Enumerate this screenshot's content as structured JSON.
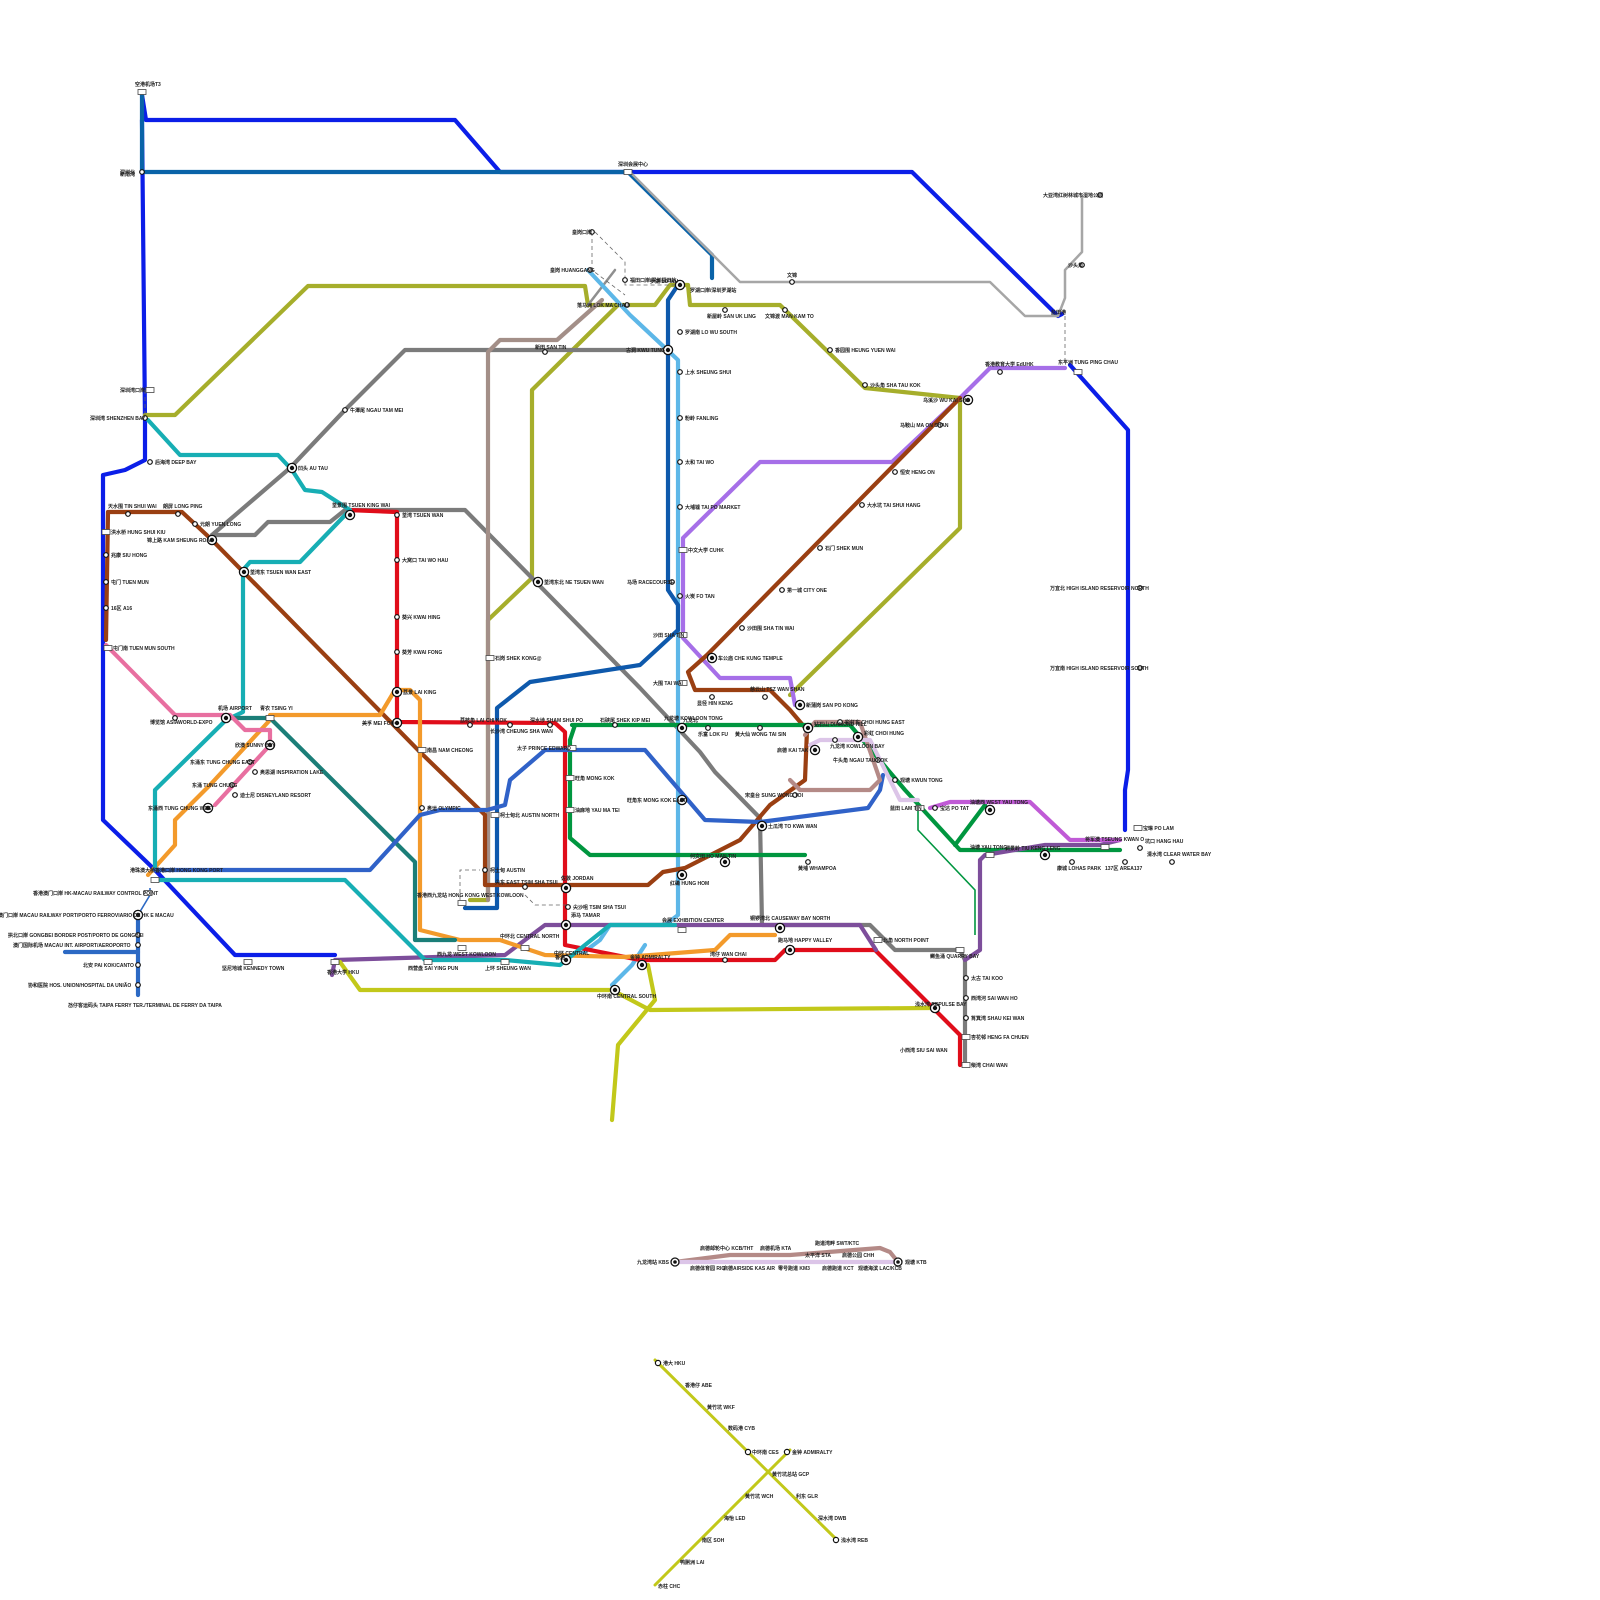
{
  "map": {
    "colors": {
      "airport_express": "#0a63a8",
      "tung_chung": "#f39a2b",
      "tsuen_wan": "#e00d1a",
      "island": "#0e59ac",
      "kwun_tong": "#00963f",
      "tseung_kwan_o": "#7d4e9b",
      "east_rail": "#5db7e8",
      "ma_on_sheng": "#a66fe8",
      "tuen_ma": "#9a3f12",
      "south_island": "#c2c81a",
      "disneyland": "#e86fa0",
      "gray_line": "#7b7b7b",
      "olive_line": "#a6ae2b",
      "teal_line": "#17aeb4",
      "blue_line": "#0b1ee8",
      "steel_line": "#3062c8",
      "taupe_line": "#a38f88",
      "light_gray_line": "#a6a6a6",
      "kai_tak_line": "#b48a87",
      "kai_tak_light": "#dcc5e8",
      "macau_line": "#2c69c4",
      "dark_teal_line": "#1b7e78"
    },
    "labels": [
      {
        "id": "airport_t3",
        "text": "空港机场T3"
      },
      {
        "id": "shenzhen_north",
        "text": "深圳北"
      },
      {
        "id": "xinyuan",
        "text": "新南湾"
      },
      {
        "id": "futian",
        "text": "深圳会展中心"
      },
      {
        "id": "shenzhen_bay_port",
        "text": "深圳湾口岸"
      },
      {
        "id": "shenzhen_bay",
        "text": "深圳湾 SHENZHEN BAY"
      },
      {
        "id": "deep_bay",
        "text": "后海湾 DEEP BAY"
      },
      {
        "id": "au_tau",
        "text": "凹头 AU TAU"
      },
      {
        "id": "ngau_tam_mei",
        "text": "牛潭尾 NGAU TAM MEI"
      },
      {
        "id": "san_tin",
        "text": "新田 SAN TIN"
      },
      {
        "id": "kwu_tung",
        "text": "古洞 KWU TUNG"
      },
      {
        "id": "lok_ma_chau",
        "text": "落马洲 LOK MA CHAU"
      },
      {
        "id": "huanggang",
        "text": "皇岗 HUANGGANG"
      },
      {
        "id": "lo_wu",
        "text": "罗湖 LO WU"
      },
      {
        "id": "lo_wu_south",
        "text": "罗湖南 LO WU SOUTH"
      },
      {
        "id": "san_uk_ling",
        "text": "新屋岭 SAN UK LING"
      },
      {
        "id": "man_kam_to",
        "text": "文锦渡 MAN KAM TO"
      },
      {
        "id": "heung_yuen_wai",
        "text": "香园围 HEUNG YUEN WAI"
      },
      {
        "id": "sha_tau_kok",
        "text": "沙头角 SHA TAU KOK"
      },
      {
        "id": "sheung_shui",
        "text": "上水 SHEUNG SHUI"
      },
      {
        "id": "fanling",
        "text": "粉岭 FANLING"
      },
      {
        "id": "tai_wo",
        "text": "太和 TAI WO"
      },
      {
        "id": "tai_po_market",
        "text": "大埔墟 TAI PO MARKET"
      },
      {
        "id": "cuhk",
        "text": "中文大学 CUHK"
      },
      {
        "id": "racecourse",
        "text": "马场 RACECOURSE"
      },
      {
        "id": "fo_tan",
        "text": "火炭 FO TAN"
      },
      {
        "id": "sha_tin",
        "text": "沙田 SHA TIN"
      },
      {
        "id": "tai_wai",
        "text": "大围 TAI WAI"
      },
      {
        "id": "hin_keng",
        "text": "显径 HIN KENG"
      },
      {
        "id": "kowloon_tong",
        "text": "九龙塘 KOWLOON TONG"
      },
      {
        "id": "mong_kok_east",
        "text": "旺角东 MONG KOK EAST"
      },
      {
        "id": "hung_hom",
        "text": "红磡 HUNG HOM"
      },
      {
        "id": "exhibition_center",
        "text": "会展 EXHIBITION CENTER"
      },
      {
        "id": "admiralty",
        "text": "金钟 ADMIRALTY"
      },
      {
        "id": "tin_shui_wai",
        "text": "天水围 TIN SHUI WAI"
      },
      {
        "id": "long_ping",
        "text": "朗屏 LONG PING"
      },
      {
        "id": "yuen_long",
        "text": "元朗 YUEN LONG"
      },
      {
        "id": "hung_shui_kiu",
        "text": "洪水桥 HUNG SHUI KIU"
      },
      {
        "id": "kam_sheung_road",
        "text": "锦上路 KAM SHEUNG ROAD"
      },
      {
        "id": "siu_hong",
        "text": "兆康 SIU HONG"
      },
      {
        "id": "tuen_mun",
        "text": "屯门 TUEN MUN"
      },
      {
        "id": "a16",
        "text": "16区 A16"
      },
      {
        "id": "tuen_mun_south",
        "text": "屯门南 TUEN MUN SOUTH"
      },
      {
        "id": "tsuen_king_wai",
        "text": "荃景围 TSUEN KING WAI"
      },
      {
        "id": "tsuen_wan_east",
        "text": "荃湾东 TSUEN WAN EAST"
      },
      {
        "id": "tsuen_wan",
        "text": "荃湾 TSUEN WAN"
      },
      {
        "id": "tai_wo_hau",
        "text": "大窝口 TAI WO HAU"
      },
      {
        "id": "kwai_hing",
        "text": "葵兴 KWAI HING"
      },
      {
        "id": "kwai_fong",
        "text": "葵芳 KWAI FONG"
      },
      {
        "id": "lai_king",
        "text": "荔景 LAI KING"
      },
      {
        "id": "mei_foo",
        "text": "美孚 MEI FOO"
      },
      {
        "id": "lai_chi_kok",
        "text": "荔枝角 LAI CHI KOK"
      },
      {
        "id": "cheung_sha_wan",
        "text": "长沙湾 CHEUNG SHA WAN"
      },
      {
        "id": "sham_shui_po",
        "text": "深水埗 SHAM SHUI PO"
      },
      {
        "id": "shek_kip_mei",
        "text": "石硖尾 SHEK KIP MEI"
      },
      {
        "id": "prince_edward",
        "text": "太子 PRINCE EDWARD"
      },
      {
        "id": "mong_kok",
        "text": "旺角 MONG KOK"
      },
      {
        "id": "yau_ma_tei",
        "text": "油麻地 YAU MA TEI"
      },
      {
        "id": "jordan",
        "text": "佐敦 JORDAN"
      },
      {
        "id": "tsim_sha_tsui",
        "text": "尖沙咀 TSIM SHA TSUI"
      },
      {
        "id": "tamar",
        "text": "添马 TAMAR"
      },
      {
        "id": "nam_cheong",
        "text": "南昌 NAM CHEONG"
      },
      {
        "id": "olympic",
        "text": "奥运 OLYMPIC"
      },
      {
        "id": "austin_north",
        "text": "柯士甸北 AUSTIN NORTH"
      },
      {
        "id": "austin",
        "text": "柯士甸 AUSTIN"
      },
      {
        "id": "east_tst",
        "text": "尖东 EAST TSIM SHA TSUI"
      },
      {
        "id": "west_kowloon",
        "text": "香港西九龙站 HONG KONG WEST KOWLOON"
      },
      {
        "id": "west_kowloon_2",
        "text": "西九龙 WEST KOWLOON"
      },
      {
        "id": "central",
        "text": "中环 CENTRAL"
      },
      {
        "id": "central_north",
        "text": "中环北 CENTRAL NORTH"
      },
      {
        "id": "central_south",
        "text": "中环南 CENTRAL SOUTH"
      },
      {
        "id": "hong_kong",
        "text": "香港"
      },
      {
        "id": "sheung_wan",
        "text": "上环 SHEUNG WAN"
      },
      {
        "id": "sai_ying_pun",
        "text": "西营盘 SAI YING PUN"
      },
      {
        "id": "hku",
        "text": "香港大学 HKU"
      },
      {
        "id": "kennedy_town",
        "text": "坚尼地城 KENNEDY TOWN"
      },
      {
        "id": "wan_chai",
        "text": "湾仔 WAN CHAI"
      },
      {
        "id": "causeway_bay_north",
        "text": "铜锣湾北 CAUSEWAY BAY NORTH"
      },
      {
        "id": "happy_valley",
        "text": "跑马地 HAPPY VALLEY"
      },
      {
        "id": "north_point",
        "text": "北角 NORTH POINT"
      },
      {
        "id": "quarry_bay",
        "text": "鲗鱼涌 QUARRY BAY"
      },
      {
        "id": "tai_koo",
        "text": "太古 TAI KOO"
      },
      {
        "id": "sai_wan_ho",
        "text": "西湾河 SAI WAN HO"
      },
      {
        "id": "shau_kei_wan",
        "text": "筲箕湾 SHAU KEI WAN"
      },
      {
        "id": "heng_fa_chuen",
        "text": "杏花邨 HENG FA CHUEN"
      },
      {
        "id": "siu_sai_wan",
        "text": "小西湾 SIU SAI WAN"
      },
      {
        "id": "chai_wan",
        "text": "柴湾 CHAI WAN"
      },
      {
        "id": "repulse_bay",
        "text": "浅水湾 REPULSE BAY"
      },
      {
        "id": "airport",
        "text": "机场 AIRPORT"
      },
      {
        "id": "asiaworld",
        "text": "博览馆 ASIAWORLD-EXPO"
      },
      {
        "id": "tsing_yi",
        "text": "青衣 TSING YI"
      },
      {
        "id": "sunny_bay",
        "text": "欣澳 SUNNY BAY"
      },
      {
        "id": "tung_chung_east",
        "text": "东涌东 TUNG CHUNG EAST"
      },
      {
        "id": "inspiration_lake",
        "text": "奥思湖 INSPIRATION LAKE"
      },
      {
        "id": "tung_chung",
        "text": "东涌 TUNG CHUNG"
      },
      {
        "id": "disneyland",
        "text": "迪士尼 DISNEYLAND RESORT"
      },
      {
        "id": "tung_chung_west",
        "text": "东涌西 TUNG CHUNG WEST"
      },
      {
        "id": "hzmb",
        "text": "港珠澳大桥香港口岸 HONG KONG PORT"
      },
      {
        "id": "hk_macau",
        "text": "香港澳门口岸 HK-MACAU RAILWAY CONTROL POINT"
      },
      {
        "id": "macau_port",
        "text": "澳门口岸 MACAU RAILWAY PORT/PORTO FERROVIARIO DE HK E MACAU"
      },
      {
        "id": "gongbei",
        "text": "拱北口岸 GONGBEI BORDER POST/PORTO DE GONGBEI"
      },
      {
        "id": "macau_airport",
        "text": "澳门国际机场 MACAU INT. AIRPORT/AEROPORTO"
      },
      {
        "id": "pai_kok",
        "text": "北安 PAI KOK/CANTO"
      },
      {
        "id": "union_hospital",
        "text": "协和医院 HOS. UNION/HOSPITAL DA UNIÃO"
      },
      {
        "id": "taipa_ferry",
        "text": "氹仔客运码头 TAIPA FERRY TER./TERMINAL DE FERRY DA TAIPA"
      },
      {
        "id": "che_kung_temple",
        "text": "车公庙 CHE KUNG TEMPLE"
      },
      {
        "id": "sha_tin_wai",
        "text": "沙田围 SHA TIN WAI"
      },
      {
        "id": "city_one",
        "text": "第一城 CITY ONE"
      },
      {
        "id": "shek_mun",
        "text": "石门 SHEK MUN"
      },
      {
        "id": "tai_shui_hang",
        "text": "大水坑 TAI SHUI HANG"
      },
      {
        "id": "heng_on",
        "text": "恒安 HENG ON"
      },
      {
        "id": "ma_on_shan",
        "text": "马鞍山 MA ON SHAN"
      },
      {
        "id": "wu_kai_sha",
        "text": "乌溪沙 WU KAI SHA"
      },
      {
        "id": "eduhk",
        "text": "香港教育大学 EdUHK"
      },
      {
        "id": "tung_ping_chau",
        "text": "东平洲 TUNG PING CHAU"
      },
      {
        "id": "tsz_wan_shan",
        "text": "慈云山 TSZ WAN SHAN"
      },
      {
        "id": "san_po_kong",
        "text": "新蒲岗 SAN PO KONG"
      },
      {
        "id": "diamond_hill",
        "text": "钻石山 DIAMOND HILL"
      },
      {
        "id": "choi_hung_east",
        "text": "彩虹东 CHOI HUNG EAST"
      },
      {
        "id": "choi_hung",
        "text": "彩虹 CHOI HUNG"
      },
      {
        "id": "kowloon_bay",
        "text": "九龙湾 KOWLOON BAY"
      },
      {
        "id": "ngau_tau_kok",
        "text": "牛头角 NGAU TAU KOK"
      },
      {
        "id": "kwun_tong",
        "text": "观塘 KWUN TONG"
      },
      {
        "id": "lam_tin",
        "text": "蓝田 LAM TIN"
      },
      {
        "id": "po_tat",
        "text": "宝达 PO TAT"
      },
      {
        "id": "kai_tak",
        "text": "启德 KAI TAK"
      },
      {
        "id": "sung_wong_toi",
        "text": "宋皇台 SUNG WONG TOI"
      },
      {
        "id": "to_kwa_wan",
        "text": "土瓜湾 TO KWA WAN"
      },
      {
        "id": "ho_man_tin",
        "text": "何文田 HO MAN TIN"
      },
      {
        "id": "whampoa",
        "text": "黄埔 WHAMPOA"
      },
      {
        "id": "lok_fu",
        "text": "乐富 LOK FU"
      },
      {
        "id": "wong_tai_sin",
        "text": "黄大仙 WONG TAI SIN"
      },
      {
        "id": "yau_tong",
        "text": "油塘 YAU TONG"
      },
      {
        "id": "west_yau_tong",
        "text": "油塘西 WEST YAU TONG"
      },
      {
        "id": "tiu_keng_leng",
        "text": "调景岭 TIU KENG LENG"
      },
      {
        "id": "tseung_kwan_o",
        "text": "将军澳 TSEUNG KWAN O"
      },
      {
        "id": "lohas_park",
        "text": "康城 LOHAS PARK"
      },
      {
        "id": "area137",
        "text": "137区 AREA137"
      },
      {
        "id": "hang_hau",
        "text": "坑口 HANG HAU"
      },
      {
        "id": "po_lam",
        "text": "宝琳 PO LAM"
      },
      {
        "id": "clear_water_bay",
        "text": "清水湾 CLEAR WATER BAY"
      },
      {
        "id": "hi_reservoir_north",
        "text": "万宜北 HIGH ISLAND RESERVOIR NORTH"
      },
      {
        "id": "hi_reservoir_south",
        "text": "万宜南 HIGH ISLAND RESERVOIR SOUTH"
      },
      {
        "id": "shek_kong",
        "text": "石岗 SHEK KONG@"
      },
      {
        "id": "ne_tsuen_wan",
        "text": "荃湾东北 NE TSUEN WAN"
      },
      {
        "id": "dapeng",
        "text": "大亚湾红树林城市湿地公园"
      },
      {
        "id": "sha_tau",
        "text": "沙头角"
      },
      {
        "id": "yantian",
        "text": "盐田港"
      },
      {
        "id": "wenjin",
        "text": "文锦"
      },
      {
        "id": "luohu_port",
        "text": "罗湖口岸/深圳罗湖站"
      },
      {
        "id": "huanggang_port",
        "text": "福田口岸/深圳福田站"
      },
      {
        "id": "lok_ma_chau_spur",
        "text": "皇岗口岸"
      },
      {
        "id": "kowloon_north",
        "text": "九龙北"
      }
    ],
    "kai_tak_loop": [
      {
        "id": "kbs",
        "text": "九龙湾站 KBS"
      },
      {
        "id": "rig",
        "text": "启德体育园 RIG"
      },
      {
        "id": "kcb",
        "text": "启德邮轮中心 KCB/THT"
      },
      {
        "id": "airside",
        "text": "启德AIRSIDE KAS AIR"
      },
      {
        "id": "kta",
        "text": "启德机场 KTA"
      },
      {
        "id": "km3",
        "text": "零号跑道 KM3"
      },
      {
        "id": "sta",
        "text": "太平洋 STA"
      },
      {
        "id": "kct",
        "text": "启德跑道 KCT"
      },
      {
        "id": "swtk",
        "text": "跑道湾畔 SWT/KTC"
      },
      {
        "id": "chh",
        "text": "启德公园 CHH"
      },
      {
        "id": "lac",
        "text": "观塘海滨 LAC/KCB"
      },
      {
        "id": "ktb",
        "text": "观塘 KTB"
      }
    ],
    "tram_diagram": [
      {
        "id": "hku",
        "text": "港大 HKU"
      },
      {
        "id": "abe",
        "text": "香港仔 ABE"
      },
      {
        "id": "wkf",
        "text": "黄竹坑 WKF"
      },
      {
        "id": "cyb",
        "text": "数码港 CYB"
      },
      {
        "id": "ces",
        "text": "中环南 CES"
      },
      {
        "id": "adm",
        "text": "金钟 ADMIRALTY"
      },
      {
        "id": "gcp",
        "text": "黄竹坑总站 GCP"
      },
      {
        "id": "wch",
        "text": "黄竹坑 WCH"
      },
      {
        "id": "glr",
        "text": "利东 GLR"
      },
      {
        "id": "led",
        "text": "海怡 LED"
      },
      {
        "id": "dwb",
        "text": "深水湾 DWB"
      },
      {
        "id": "soh",
        "text": "南区 SOH"
      },
      {
        "id": "reb",
        "text": "浅水湾 REB"
      },
      {
        "id": "lai",
        "text": "鸭脷洲 LAI"
      },
      {
        "id": "chc",
        "text": "赤柱 CHC"
      }
    ]
  }
}
